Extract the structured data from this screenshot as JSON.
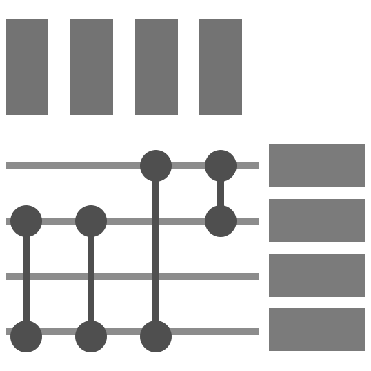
{
  "diagram": {
    "type": "quantum-circuit-glyph",
    "colors": {
      "background": "#ffffff",
      "top_block": "#737373",
      "right_block": "#7b7b7b",
      "wire": "#8c8c8c",
      "node": "#4f4f4f"
    },
    "top_block_count": 4,
    "wire_count": 4,
    "right_block_count": 4,
    "gates": [
      {
        "column": 0,
        "from_wire": 1,
        "to_wire": 3
      },
      {
        "column": 1,
        "from_wire": 1,
        "to_wire": 3
      },
      {
        "column": 2,
        "from_wire": 0,
        "to_wire": 3
      },
      {
        "column": 3,
        "from_wire": 0,
        "to_wire": 1
      }
    ]
  }
}
